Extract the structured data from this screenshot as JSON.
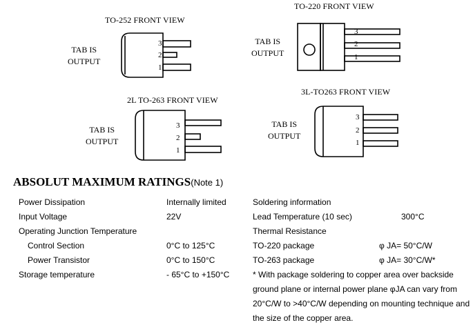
{
  "packages": {
    "to252": {
      "title": "TO-252 FRONT VIEW",
      "label_line1": "TAB IS",
      "label_line2": "OUTPUT",
      "pins": [
        "3",
        "2",
        "1"
      ]
    },
    "to220": {
      "title": "TO-220 FRONT VIEW",
      "label_line1": "TAB IS",
      "label_line2": "OUTPUT",
      "pins": [
        "3",
        "2",
        "1"
      ]
    },
    "to263_2l": {
      "title": "2L TO-263  FRONT VIEW",
      "label_line1": "TAB IS",
      "label_line2": "OUTPUT",
      "pins": [
        "3",
        "2",
        "1"
      ]
    },
    "to263_3l": {
      "title": "3L-TO263  FRONT VIEW",
      "label_line1": "TAB IS",
      "label_line2": "OUTPUT",
      "pins": [
        "3",
        "2",
        "1"
      ]
    }
  },
  "ratings": {
    "heading": "ABSOLUT MAXIMUM RATINGS",
    "note": "(Note 1)",
    "left": [
      {
        "label": "Power Dissipation",
        "value": "Internally limited"
      },
      {
        "label": "Input Voltage",
        "value": "22V"
      },
      {
        "label": "Operating Junction Temperature",
        "value": ""
      },
      {
        "label": "Control Section",
        "value": "0°C to 125°C"
      },
      {
        "label": "Power Transistor",
        "value": "0°C to 150°C"
      },
      {
        "label": "Storage temperature",
        "value": "- 65°C to +150°C"
      }
    ],
    "right": {
      "soldering": "Soldering information",
      "lead_temp_label": "Lead Temperature (10 sec)",
      "lead_temp_value": "300°C",
      "thermal": "Thermal Resistance",
      "to220_label": "TO-220 package",
      "to220_value": "φ JA= 50°C/W",
      "to263_label": "TO-263 package",
      "to263_value": "φ JA= 30°C/W*",
      "footnote": [
        "* With package soldering to copper area over backside",
        "ground plane or internal power plane    φJA can vary from",
        "20°C/W to >40°C/W depending on mounting technique and",
        "the size of the copper area."
      ]
    }
  }
}
